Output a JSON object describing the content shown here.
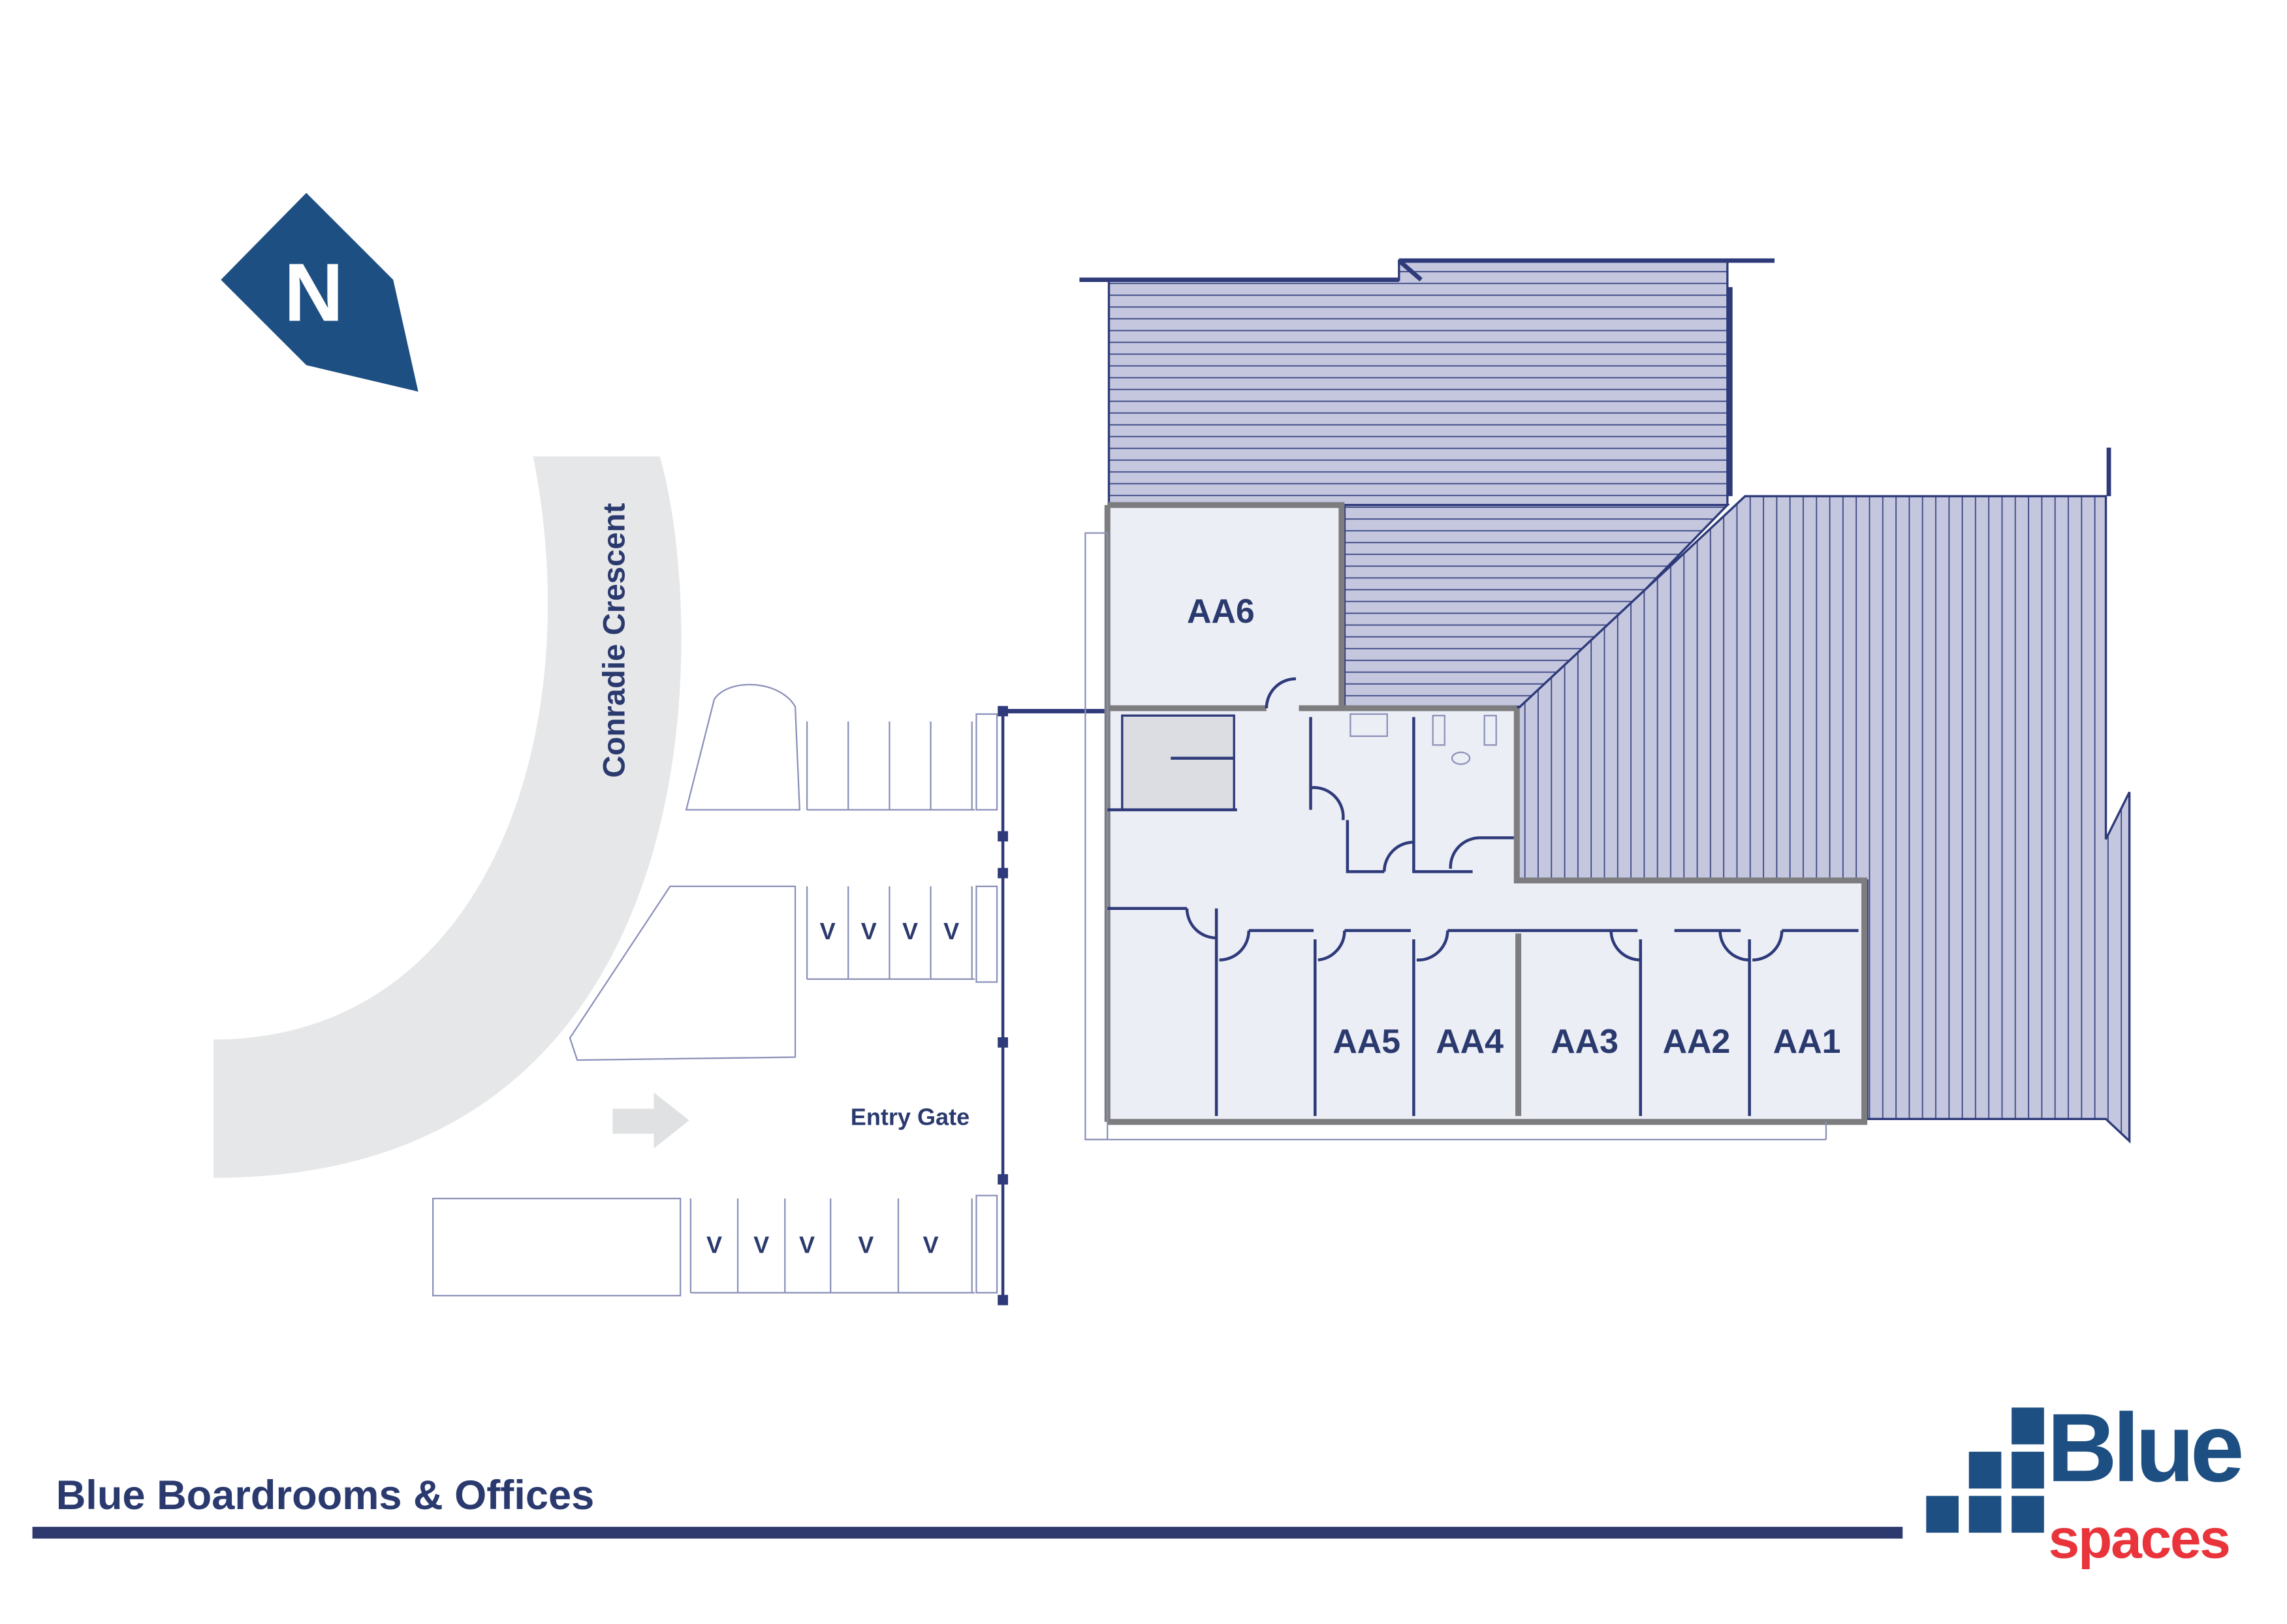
{
  "north": {
    "letter": "N"
  },
  "road": {
    "name": "Conradie Crescent"
  },
  "entry": {
    "label": "Entry Gate"
  },
  "rooms": [
    "AA6",
    "AA5",
    "AA4",
    "AA3",
    "AA2",
    "AA1"
  ],
  "parking": {
    "visitor_mark": "V"
  },
  "footer": {
    "title": "Blue Boardrooms & Offices"
  },
  "logo": {
    "word1": "Blue",
    "word2": "spaces"
  },
  "colors": {
    "brand_blue": "#1e4f82",
    "brand_red": "#e8343a",
    "navy": "#2b3a6e",
    "hatch": "#c4c7de",
    "room": "#eceef5",
    "road": "#e6e7e8"
  }
}
